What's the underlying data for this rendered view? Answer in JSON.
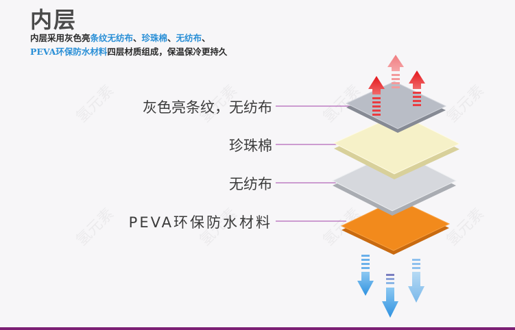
{
  "heading": "内层",
  "description": {
    "p1": "内层采用灰色亮",
    "h1": "条纹无纺布",
    "p2": "、",
    "h2": "珍珠棉",
    "p3": "、",
    "h3": "无纺布",
    "p4": "、",
    "h4": "PEVA环保防水材料",
    "p5": "四层材质组成，保温保冷更持久"
  },
  "layers": [
    {
      "label": "灰色亮条纹，无纺布",
      "color": "#b9bdc6"
    },
    {
      "label": "珍珠棉",
      "color": "#f6f1c8"
    },
    {
      "label": "无纺布",
      "color": "#d6d8dd"
    },
    {
      "label": "PEVA环保防水材料",
      "color": "#f28a1c"
    }
  ],
  "colors": {
    "leader_line": "#a040a8",
    "arrow_up": "#e8262c",
    "arrow_down": "#3a9ee6",
    "bottom_bar": "#7b1f74"
  }
}
